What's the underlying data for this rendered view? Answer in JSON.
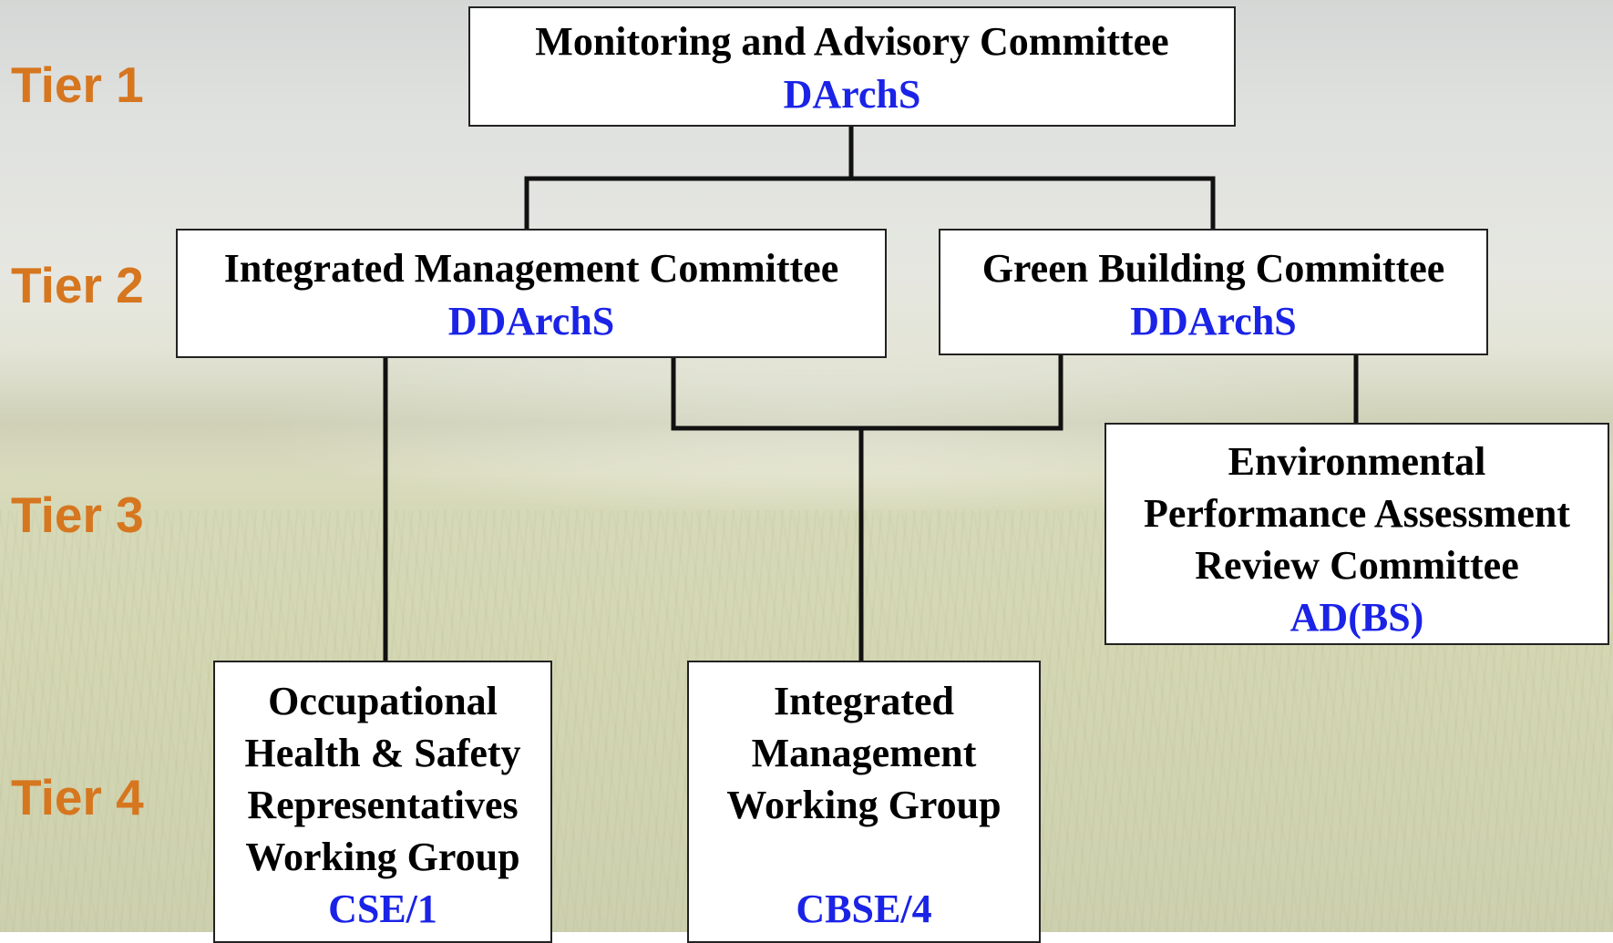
{
  "tiers": [
    "Tier 1",
    "Tier 2",
    "Tier 3",
    "Tier 4"
  ],
  "colors": {
    "tier_label": "#d6761f",
    "abbreviation": "#1a23e6",
    "box_border": "#222222",
    "connector": "#111111"
  },
  "nodes": {
    "monitoring": {
      "lines": [
        "Monitoring and Advisory Committee"
      ],
      "abbr": "DArchS"
    },
    "integrated_mgmt": {
      "lines": [
        "Integrated Management Committee"
      ],
      "abbr": "DDArchS"
    },
    "green_building": {
      "lines": [
        "Green Building Committee"
      ],
      "abbr": "DDArchS"
    },
    "epa_review": {
      "lines": [
        "Environmental",
        "Performance Assessment",
        "Review Committee"
      ],
      "abbr": "AD(BS)"
    },
    "ohs_reps": {
      "lines": [
        "Occupational",
        "Health & Safety",
        "Representatives",
        "Working Group"
      ],
      "abbr": "CSE/1"
    },
    "imwg": {
      "lines": [
        "Integrated",
        "Management",
        "Working Group"
      ],
      "abbr": "CBSE/4"
    }
  }
}
